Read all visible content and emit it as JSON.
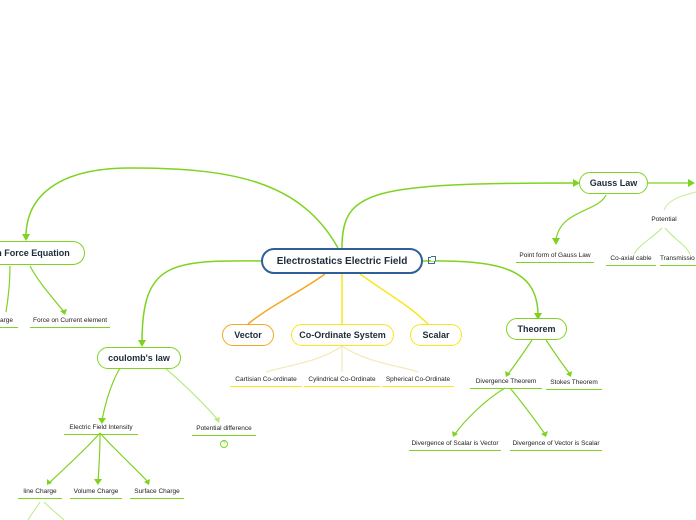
{
  "colors": {
    "central_border": "#2f5f9a",
    "green": "#7ed321",
    "orange": "#f5a623",
    "yellow": "#f8e71c",
    "yellow_light": "#f3e9b5"
  },
  "icons": {
    "central_link": "external-link-icon",
    "potential_note": "note-icon"
  },
  "central": {
    "label": "Electrostatics Electric Field"
  },
  "topics": {
    "vector": "Vector",
    "coordinate_system": "Co-Ordinate System",
    "scalar": "Scalar",
    "theorem": "Theorem",
    "coulombs_law": "coulomb's law",
    "gauss_law": "Gauss Law",
    "lorentz": "en Force Equation"
  },
  "subtopics": {
    "cartesian": "Cartisian Co-ordinate",
    "cylindrical": "Cylindrical Co-Ordinate",
    "spherical": "Spherical Co-Ordinate",
    "divergence_theorem": "Divergence Theorem",
    "stokes_theorem": "Stokes Theorem",
    "div_scalar": "Divergence of Scalar is Vector",
    "div_vector": "Divergence of Vector is Scalar",
    "efi": "Electric Field Intensity",
    "potential_difference": "Potential difference",
    "line_charge": "line Charge",
    "volume_charge": "Volume Charge",
    "surface_charge": "Surface Charge",
    "point_form": "Point form of Gauss Law",
    "potential": "Potential",
    "coaxial": "Co-axial cable",
    "transmission": "Transmissio",
    "charge": "arge",
    "force_current": "Force on Current element"
  }
}
